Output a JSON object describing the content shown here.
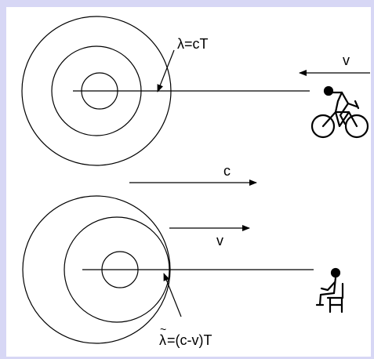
{
  "top_scene": {
    "wavelength_label": "λ=cT",
    "observer_velocity_label": "v"
  },
  "middle": {
    "wave_speed_label": "c"
  },
  "bottom_scene": {
    "source_velocity_label": "v",
    "wavelength_label_symbol": "λ",
    "wavelength_label_rest": "=(c-v)T"
  },
  "colors": {
    "background": "#d7d7f5",
    "panel": "#ffffff",
    "stroke": "#000000"
  },
  "icons": [
    "cyclist-icon",
    "seated-person-icon"
  ]
}
